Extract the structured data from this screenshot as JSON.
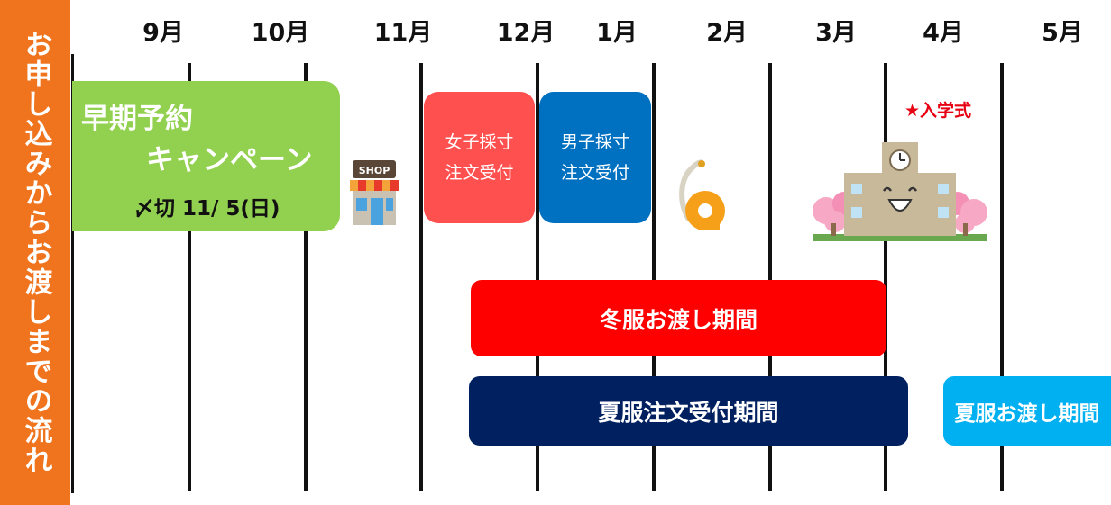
{
  "sidebar": {
    "title": "お申し込みからお渡しまでの流れ"
  },
  "months": [
    "9月",
    "10月",
    "11月",
    "12月",
    "1月",
    "2月",
    "3月",
    "4月",
    "5月"
  ],
  "campaign": {
    "line1": "早期予約",
    "line2": "キャンペーン",
    "deadline": "〆切 11/ 5(日)"
  },
  "girls_measure": {
    "line1": "女子採寸",
    "line2": "注文受付"
  },
  "boys_measure": {
    "line1": "男子採寸",
    "line2": "注文受付"
  },
  "winter_delivery": "冬服お渡し期間",
  "summer_order": "夏服注文受付期間",
  "summer_delivery": "夏服お渡し期間",
  "entrance_ceremony": "★入学式",
  "shop_sign": "SHOP",
  "icons": [
    "shop-icon",
    "tape-measure-icon",
    "school-building-icon",
    "cherry-blossom-icon"
  ],
  "colors": {
    "sidebar": "#f0731e",
    "campaign": "#92d050",
    "girls": "#ff5050",
    "boys": "#0070c0",
    "winter": "#ff0000",
    "summer_order": "#002060",
    "summer_delivery": "#00b0f0",
    "entrance": "#e60012"
  }
}
